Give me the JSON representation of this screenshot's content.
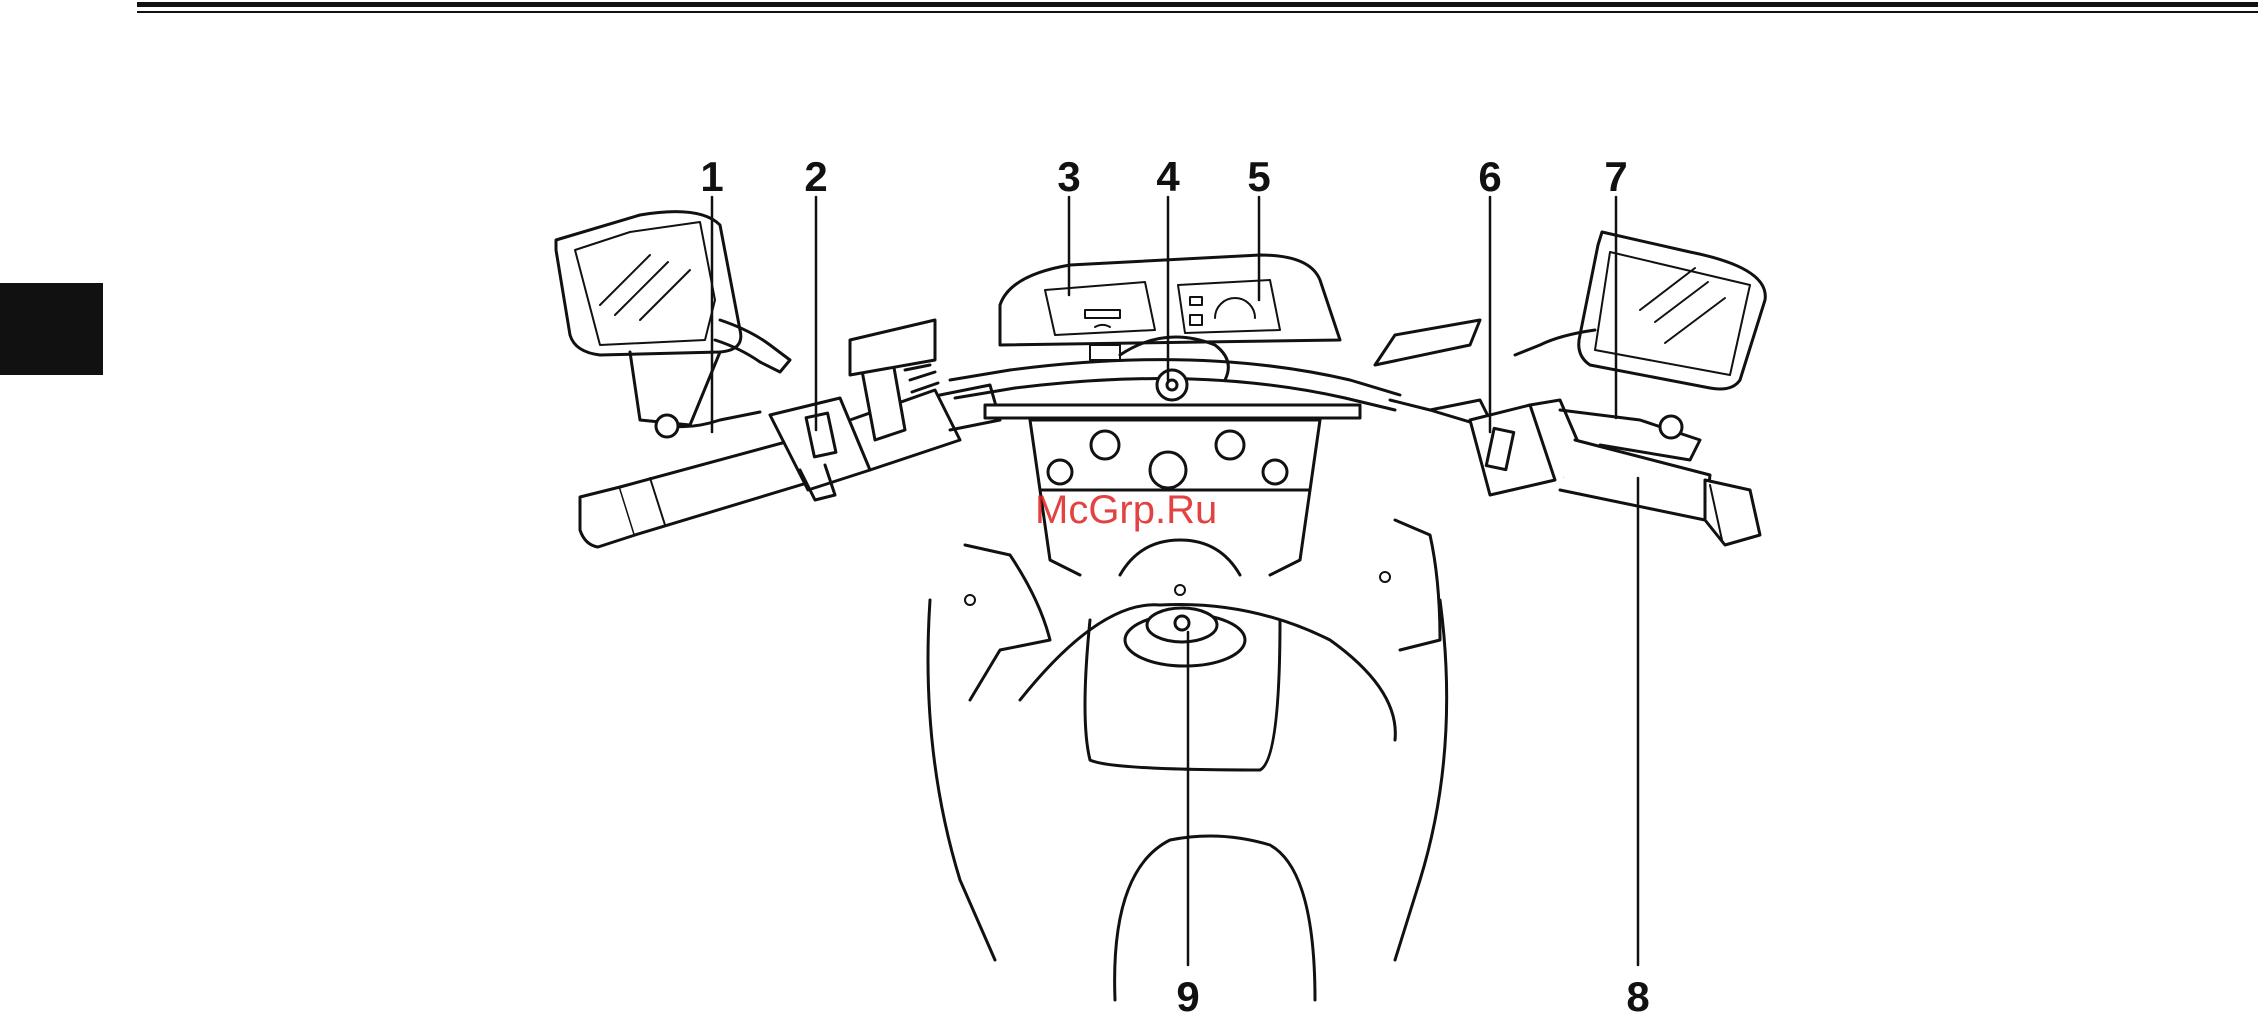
{
  "callouts": [
    {
      "id": "1",
      "label": "1"
    },
    {
      "id": "2",
      "label": "2"
    },
    {
      "id": "3",
      "label": "3"
    },
    {
      "id": "4",
      "label": "4"
    },
    {
      "id": "5",
      "label": "5"
    },
    {
      "id": "6",
      "label": "6"
    },
    {
      "id": "7",
      "label": "7"
    },
    {
      "id": "8",
      "label": "8"
    },
    {
      "id": "9",
      "label": "9"
    }
  ],
  "watermark": "McGrp.Ru",
  "colors": {
    "line": "#111111",
    "watermark": "#dd2222",
    "tab": "#111111"
  }
}
